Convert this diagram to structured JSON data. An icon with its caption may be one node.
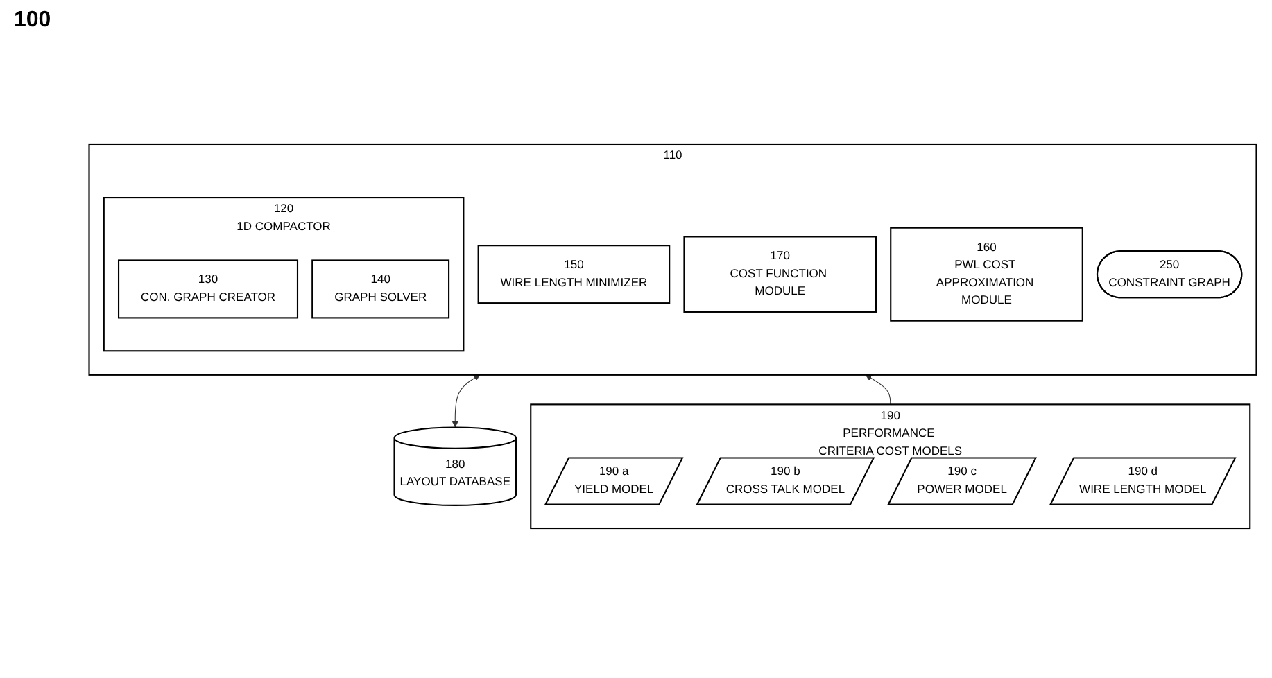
{
  "diagram": {
    "nodes": [
      {
        "text": [
          "110"
        ]
      },
      {
        "text": [
          "120",
          "1D COMPACTOR"
        ],
        "in": 0
      },
      {
        "text": [
          "130",
          "CON. GRAPH CREATOR"
        ],
        "in": 1
      },
      {
        "text": [
          "140",
          "GRAPH SOLVER"
        ],
        "in": 1
      },
      {
        "text": [
          "150",
          "WIRE LENGTH MINIMIZER"
        ],
        "in": 0
      },
      {
        "text": [
          "170",
          "COST FUNCTION MODULE"
        ],
        "in": 0
      },
      {
        "text": [
          "160",
          "PWL COST APPROXIMATION MODULE"
        ],
        "in": 0
      },
      {
        "text": [
          "250",
          "CONSTRAINT GRAPH"
        ],
        "in": 0
      },
      {
        "text": [
          "180",
          "LAYOUT DATABASE"
        ]
      },
      {
        "text": [
          "190",
          "PERFORMANCE CRITERIA COST MODELS"
        ]
      },
      {
        "text": [
          "190 a",
          "YIELD MODEL"
        ],
        "in": 9
      },
      {
        "text": [
          "190 b",
          "CROSS TALK MODEL"
        ],
        "in": 9
      },
      {
        "text": [
          "190 c",
          "POWER MODEL"
        ],
        "in": 9
      },
      {
        "text": [
          "190 d",
          "WIRE LENGTH MODEL"
        ],
        "in": 9
      }
    ],
    "edges": [
      {
        "from": 8,
        "to": 0,
        "arrow": "both"
      },
      {
        "from": 9,
        "to": 0,
        "arrow": "to"
      }
    ],
    "labels": [
      "100"
    ]
  }
}
